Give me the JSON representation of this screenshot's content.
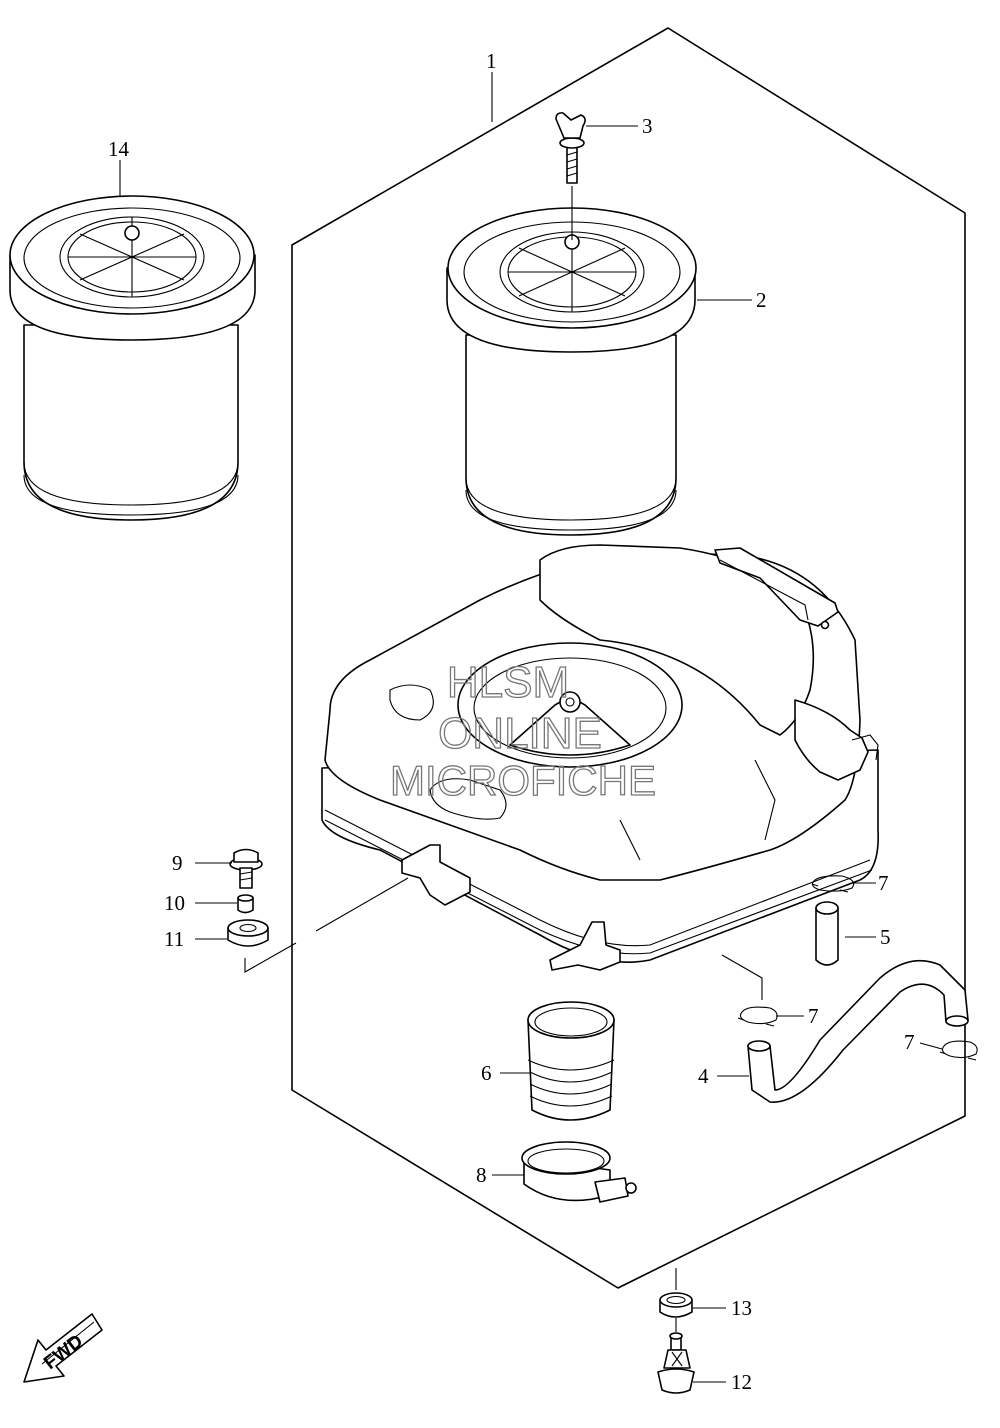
{
  "callouts": {
    "c1": "1",
    "c2": "2",
    "c3": "3",
    "c4": "4",
    "c5": "5",
    "c6": "6",
    "c7a": "7",
    "c7b": "7",
    "c7c": "7",
    "c8": "8",
    "c9": "9",
    "c10": "10",
    "c11": "11",
    "c12": "12",
    "c13": "13",
    "c14": "14"
  },
  "watermark": {
    "line1": "HLSM",
    "line2": "ONLINE",
    "line3": "MICROFICHE",
    "color": "#777777"
  },
  "fwd_badge": {
    "label": "FWD",
    "icon": "arrow-left-icon"
  }
}
